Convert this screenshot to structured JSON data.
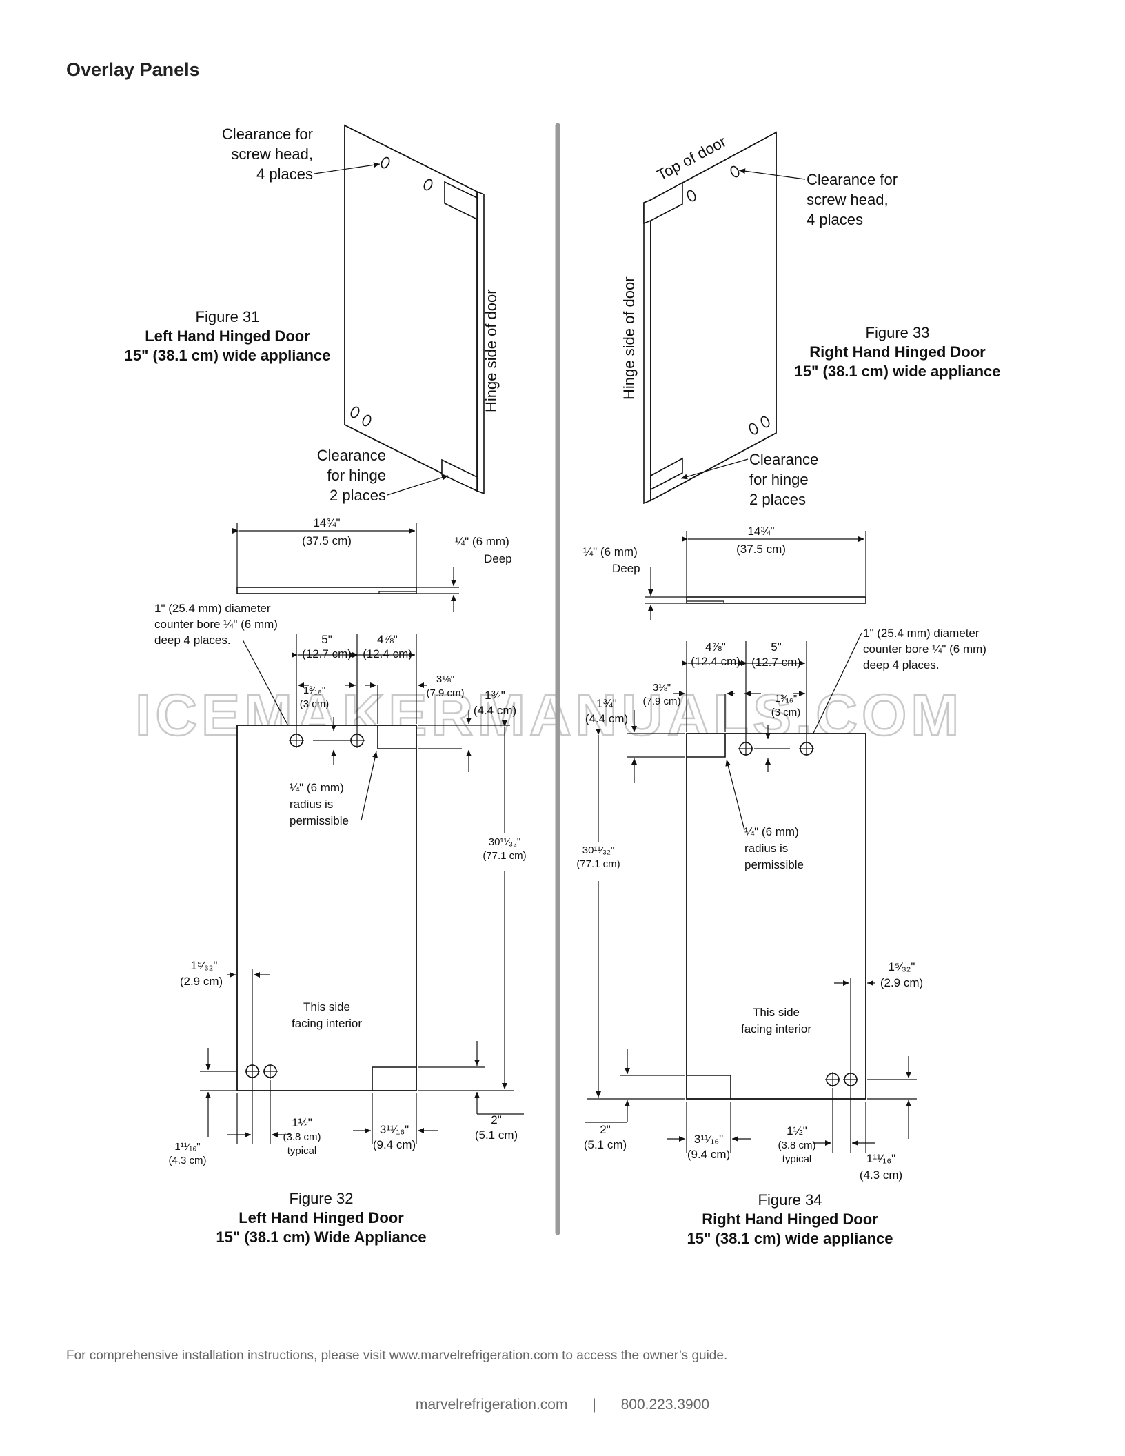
{
  "header": {
    "title": "Overlay Panels"
  },
  "watermark": "ICEMAKERMANUALS.COM",
  "figure31": {
    "number": "Figure 31",
    "title": "Left Hand Hinged Door",
    "subtitle": "15\" (38.1 cm) wide appliance",
    "screw_label": [
      "Clearance for",
      "screw head,",
      "4 places"
    ],
    "hinge_label": [
      "Clearance",
      "for hinge",
      "2 places"
    ],
    "hinge_side": "Hinge side of door"
  },
  "figure33": {
    "number": "Figure 33",
    "title": "Right Hand Hinged Door",
    "subtitle": "15\" (38.1 cm) wide appliance",
    "top_label": "Top of door",
    "screw_label": [
      "Clearance for",
      "screw head,",
      "4 places"
    ],
    "hinge_label": [
      "Clearance",
      "for hinge",
      "2 places"
    ],
    "hinge_side": "Hinge side of door"
  },
  "figure32": {
    "number": "Figure 32",
    "title": "Left Hand Hinged Door",
    "subtitle": "15\" (38.1 cm) Wide Appliance",
    "width_in": "14¾\"",
    "width_cm": "(37.5 cm)",
    "depth_in": "¼\" (6 mm)",
    "depth_word": "Deep",
    "bore_note": [
      "1\" (25.4 mm) diameter",
      "counter bore ¼\" (6 mm)",
      "deep 4 places."
    ],
    "d5_in": "5\"",
    "d5_cm": "(12.7 cm)",
    "d478_in": "4⅞\"",
    "d478_cm": "(12.4 cm)",
    "d1316_in": "1³⁄₁₆\"",
    "d1316_cm": "(3 cm)",
    "d318_in": "3⅛\"",
    "d318_cm": "(7.9 cm)",
    "d134_in": "1¾\"",
    "d134_cm": "(4.4 cm)",
    "radius_note": [
      "¼\" (6 mm)",
      "radius is",
      "permissible"
    ],
    "height_in": "30¹¹⁄₃₂\"",
    "height_cm": "(77.1 cm)",
    "d1532_in": "1⁵⁄₃₂\"",
    "d1532_cm": "(2.9 cm)",
    "interior": [
      "This side",
      "facing interior"
    ],
    "d1116_in": "1¹¹⁄₁₆\"",
    "d1116_cm": "(4.3 cm)",
    "d112_in": "1½\"",
    "d112_cm": "(3.8 cm)",
    "typical": "typical",
    "d31116_in": "3¹¹⁄₁₆\"",
    "d31116_cm": "(9.4 cm)",
    "d2_in": "2\"",
    "d2_cm": "(5.1 cm)"
  },
  "figure34": {
    "number": "Figure 34",
    "title": "Right Hand Hinged Door",
    "subtitle": "15\" (38.1 cm) wide appliance",
    "width_in": "14¾\"",
    "width_cm": "(37.5 cm)",
    "depth_in": "¼\" (6 mm)",
    "depth_word": "Deep",
    "bore_note": [
      "1\" (25.4 mm) diameter",
      "counter bore ¼\" (6 mm)",
      "deep 4 places."
    ],
    "d478_in": "4⅞\"",
    "d478_cm": "(12.4 cm)",
    "d5_in": "5\"",
    "d5_cm": "(12.7 cm)",
    "d318_in": "3⅛\"",
    "d318_cm": "(7.9 cm)",
    "d1316_in": "1³⁄₁₆\"",
    "d1316_cm": "(3 cm)",
    "d134_in": "1¾\"",
    "d134_cm": "(4.4 cm)",
    "radius_note": [
      "¼\" (6 mm)",
      "radius is",
      "permissible"
    ],
    "height_in": "30¹¹⁄₃₂\"",
    "height_cm": "(77.1 cm)",
    "d1532_in": "1⁵⁄₃₂\"",
    "d1532_cm": "(2.9 cm)",
    "interior": [
      "This side",
      "facing interior"
    ],
    "d2_in": "2\"",
    "d2_cm": "(5.1 cm)",
    "d31116_in": "3¹¹⁄₁₆\"",
    "d31116_cm": "(9.4 cm)",
    "d112_in": "1½\"",
    "d112_cm": "(3.8 cm)",
    "typical": "typical",
    "d1116_in": "1¹¹⁄₁₆\"",
    "d1116_cm": "(4.3 cm)"
  },
  "footer": {
    "note": "For comprehensive installation instructions, please visit www.marvelrefrigeration.com to access the owner’s guide.",
    "website": "marvelrefrigeration.com",
    "separator": "|",
    "phone": "800.223.3900"
  }
}
